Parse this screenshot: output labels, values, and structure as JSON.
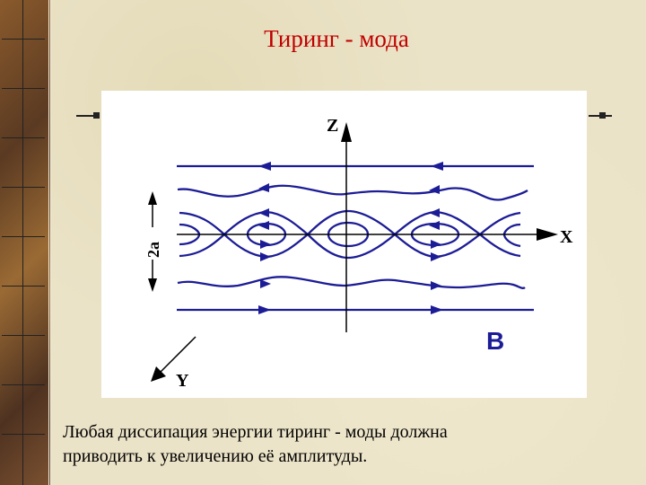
{
  "title": "Тиринг - мода",
  "diagram": {
    "axis_z": "Z",
    "axis_x": "X",
    "axis_y": "Y",
    "width_label": "2a",
    "field_label": "B",
    "line_color": "#1c1c96"
  },
  "caption": {
    "line1": "Любая диссипация энергии тиринг - моды должна",
    "line2": "приводить к увеличению её амплитуды."
  }
}
